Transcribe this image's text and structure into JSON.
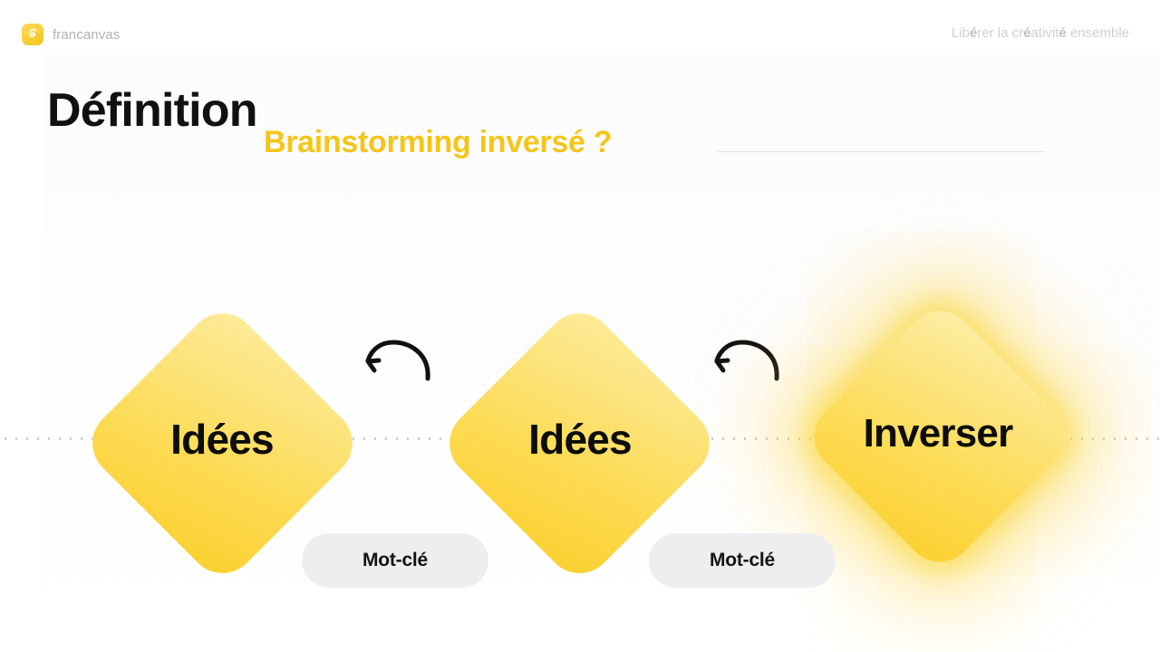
{
  "header": {
    "logo_icon": "francanvas-spiral-logo-icon",
    "brand_name": "francanvas",
    "tagline_prefix": "Lib",
    "tagline": "Libérer la créativité ensemble"
  },
  "title": {
    "main": "Définition",
    "sub": "Brainstorming inversé ?"
  },
  "diagram": {
    "nodes": [
      {
        "label": "Idées",
        "highlighted": false
      },
      {
        "label": "Idées",
        "highlighted": false
      },
      {
        "label": "Inverser",
        "highlighted": true
      }
    ],
    "arrows": [
      {
        "icon": "curved-arrow-left-icon"
      },
      {
        "icon": "curved-arrow-left-icon"
      }
    ],
    "pills": [
      {
        "label": "Mot-clé"
      },
      {
        "label": "Mot-clé"
      }
    ]
  },
  "colors": {
    "accent_yellow": "#f5c518",
    "diamond_light": "#fdeb9a",
    "diamond_deep": "#fbd02f",
    "pill_bg": "#eeeef1",
    "text_dark": "#111111",
    "muted_gray": "#b0b0b4"
  }
}
